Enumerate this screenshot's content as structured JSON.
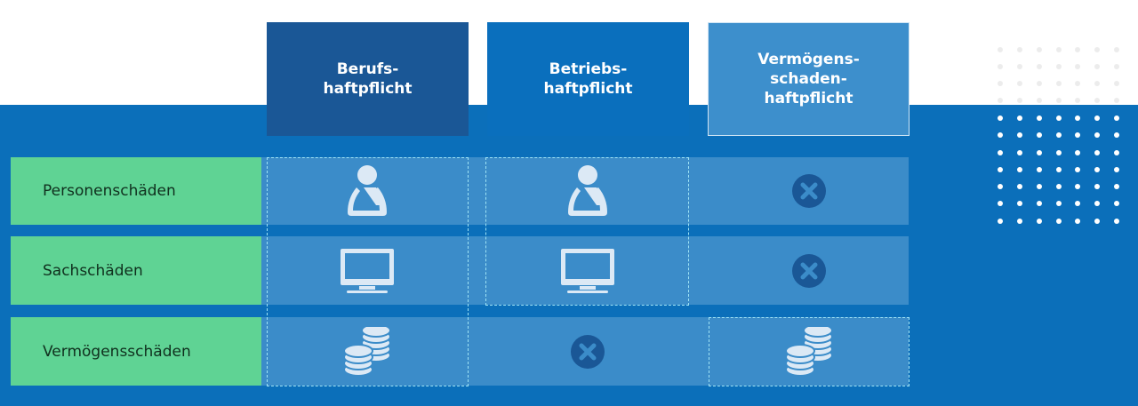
{
  "columns": [
    {
      "label": "Berufs-\nhaftpflicht",
      "color": "#1a5796"
    },
    {
      "label": "Betriebs-\nhaftpflicht",
      "color": "#0a6fbd"
    },
    {
      "label": "Vermögens-\nschaden-\nhaftpflicht",
      "color": "#3d8fcc"
    }
  ],
  "rows": [
    {
      "label": "Personenschäden",
      "cells": [
        "person-injured-icon",
        "person-injured-icon",
        "x-circle-icon"
      ]
    },
    {
      "label": "Sachschäden",
      "cells": [
        "monitor-icon",
        "monitor-icon",
        "x-circle-icon"
      ]
    },
    {
      "label": "Vermögensschäden",
      "cells": [
        "coins-icon",
        "x-circle-icon",
        "coins-icon"
      ]
    }
  ],
  "colors": {
    "background": "#0b6fba",
    "label_bg": "#5fd394",
    "cell_bg": "#3b8cc9",
    "icon": "#dce9f5",
    "x_circle": "#1a5796"
  }
}
